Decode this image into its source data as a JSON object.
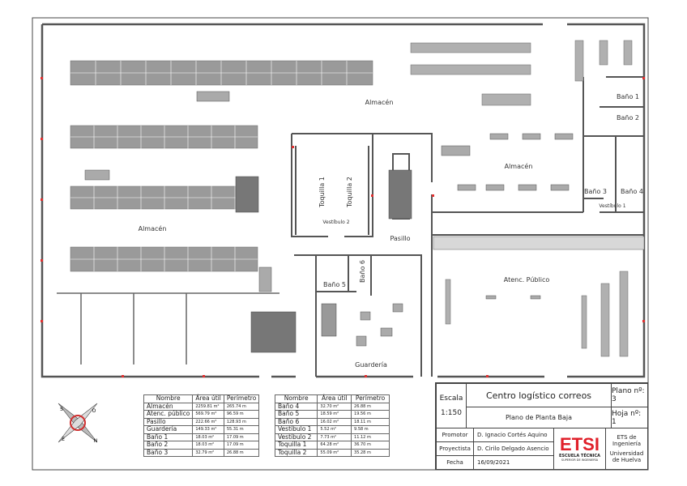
{
  "rooms": {
    "almacen_top": "Almacén",
    "almacen_left": "Almacén",
    "almacen_right": "Almacén",
    "pasillo": "Pasillo",
    "atencion": "Atenc. Público",
    "guarderia": "Guardería",
    "bano1": "Baño 1",
    "bano2": "Baño 2",
    "bano3": "Baño 3",
    "bano4": "Baño 4",
    "bano5": "Baño 5",
    "bano6": "Baño 6",
    "taquilla1": "Toquilla 1",
    "taquilla2": "Toquilla 2",
    "vestibulo1": "Vestíbulo 1",
    "vestibulo2": "Vestíbulo 2"
  },
  "compass": {
    "n": "N",
    "s": "S",
    "e": "E",
    "o": "O"
  },
  "colors": {
    "wall": "#555555",
    "shelf": "#9a9a9a",
    "marker": "#e03030",
    "logo_red": "#e0202a"
  },
  "tables": {
    "headers": [
      "Nombre",
      "Área útil",
      "Perímetro"
    ],
    "left": [
      [
        "Almacén",
        "2259.81 m²",
        "265.74 m"
      ],
      [
        "Atenc. público",
        "569.79 m²",
        "96.59 m"
      ],
      [
        "Pasillo",
        "222.66 m²",
        "128.93 m"
      ],
      [
        "Guardería",
        "149.33 m²",
        "55.31 m"
      ],
      [
        "Baño 1",
        "18.03 m²",
        "17.09 m"
      ],
      [
        "Baño 2",
        "18.03 m²",
        "17.09 m"
      ],
      [
        "Baño 3",
        "32.79 m²",
        "26.88 m"
      ]
    ],
    "right": [
      [
        "Baño 4",
        "32.70 m²",
        "26.88 m"
      ],
      [
        "Baño 5",
        "18.59 m²",
        "19.56 m"
      ],
      [
        "Baño 6",
        "16.02 m²",
        "18.11 m"
      ],
      [
        "Vestíbulo 1",
        "5.52 m²",
        "9.58 m"
      ],
      [
        "Vestíbulo 2",
        "7.73 m²",
        "11.12 m"
      ],
      [
        "Toquilla 1",
        "64.28 m²",
        "36.70 m"
      ],
      [
        "Toquilla 2",
        "55.09 m²",
        "35.28 m"
      ]
    ]
  },
  "title_block": {
    "scale_label": "Escala",
    "scale": "1:150",
    "project": "Centro logístico correos",
    "plan_name": "Plano de Planta Baja",
    "plan_no": "Plano nº:  3",
    "sheet_no": "Hoja nº:   1",
    "promotor_label": "Promotor",
    "promotor": "D. Ignacio Cortés Aquino",
    "proyectista_label": "Proyectista",
    "proyectista": "D. Cirilo Delgado Asencio",
    "fecha_label": "Fecha",
    "fecha": "16/09/2021",
    "logo_text": "ETSI",
    "logo_sub1": "ESCUELA TÉCNICA",
    "logo_sub2": "SUPERIOR DE INGENIERÍA",
    "school_line1": "ETS de Ingeniería",
    "school_line2": "Universidad de Huelva"
  }
}
